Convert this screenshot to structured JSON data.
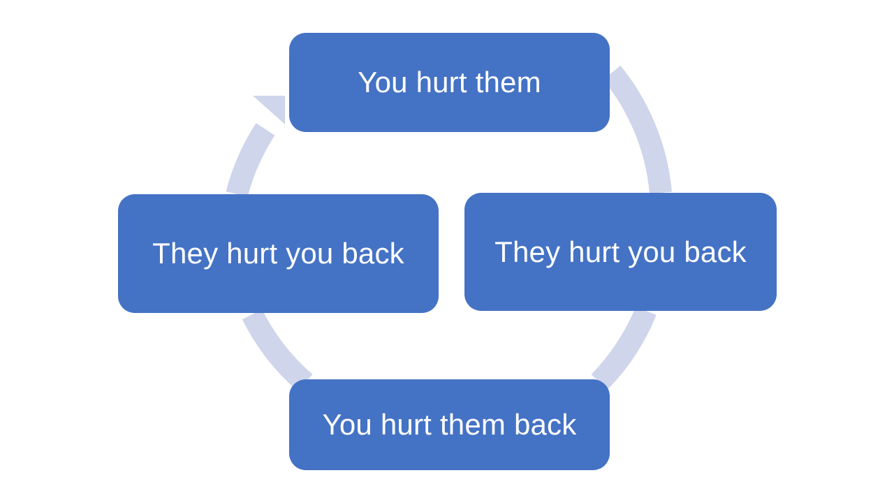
{
  "colors": {
    "node_fill": "#4472C4",
    "node_text": "#FFFFFF",
    "ring": "#CFD5EA"
  },
  "cycle": {
    "top": "You hurt them",
    "right": "They hurt you back",
    "bottom": "You hurt them back",
    "left": "They hurt you back"
  }
}
